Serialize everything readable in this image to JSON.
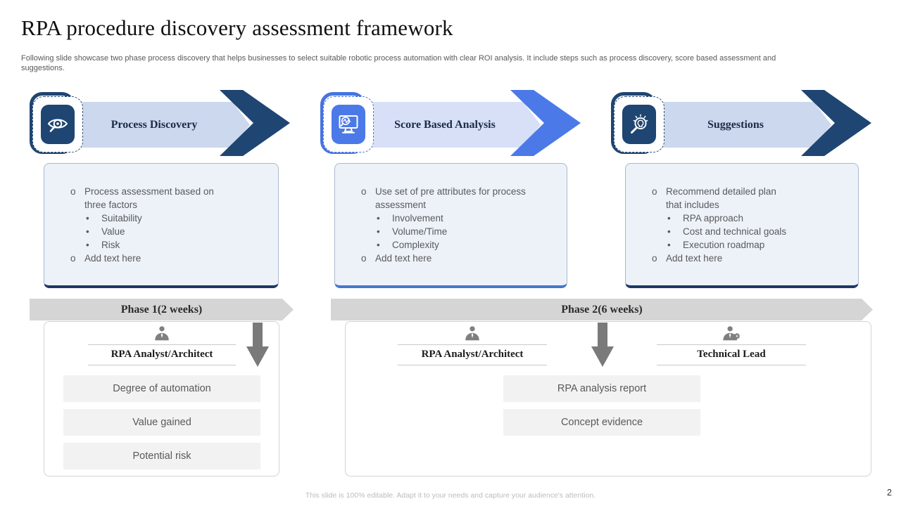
{
  "slide": {
    "title": "RPA procedure discovery assessment framework",
    "subtitle": "Following slide showcase two phase process discovery that helps businesses to select suitable robotic process automation with clear ROI analysis. It include steps such as process discovery, score based assessment and suggestions.",
    "footer": "This slide is 100% editable. Adapt it to your needs and capture your audience's attention.",
    "page_number": "2"
  },
  "colors": {
    "navy": "#1f4572",
    "navy_border": "#1f3864",
    "blue": "#4b79e8",
    "banner_light": "#ccd8ee",
    "banner_light_blue": "#d7e0f6",
    "box_bg": "#edf2f9",
    "phase_bar_gray": "#d5d5d5",
    "arrow_gray": "#7a7a7a",
    "item_bg": "#f2f2f2",
    "body_text": "#595959"
  },
  "steps": [
    {
      "label": "Process Discovery",
      "icon": "eye-magnifier-icon",
      "theme": "navy",
      "bullets": [
        {
          "text": "Process assessment based on three factors",
          "subs": [
            "Suitability",
            "Value",
            "Risk"
          ]
        },
        {
          "text": "Add text here",
          "subs": []
        }
      ]
    },
    {
      "label": "Score Based Analysis",
      "icon": "monitor-magnifier-icon",
      "theme": "blue",
      "bullets": [
        {
          "text": "Use set of pre attributes for process assessment",
          "subs": [
            "Involvement",
            "Volume/Time",
            "Complexity"
          ]
        },
        {
          "text": "Add text here",
          "subs": []
        }
      ]
    },
    {
      "label": "Suggestions",
      "icon": "bulb-magnifier-icon",
      "theme": "navy",
      "bullets": [
        {
          "text": "Recommend detailed plan that includes",
          "subs": [
            "RPA approach",
            "Cost and technical goals",
            "Execution roadmap"
          ]
        },
        {
          "text": "Add text here",
          "subs": []
        }
      ]
    }
  ],
  "phases": [
    {
      "label": "Phase 1(2 weeks)",
      "roles": [
        {
          "name": "RPA Analyst/Architect",
          "icon": "person-icon"
        }
      ],
      "deliverables": [
        "Degree of automation",
        "Value gained",
        "Potential risk"
      ]
    },
    {
      "label": "Phase 2(6 weeks)",
      "roles": [
        {
          "name": "RPA Analyst/Architect",
          "icon": "person-icon"
        },
        {
          "name": "Technical Lead",
          "icon": "person-gear-icon"
        }
      ],
      "deliverables": [
        "RPA analysis report",
        "Concept evidence"
      ]
    }
  ]
}
